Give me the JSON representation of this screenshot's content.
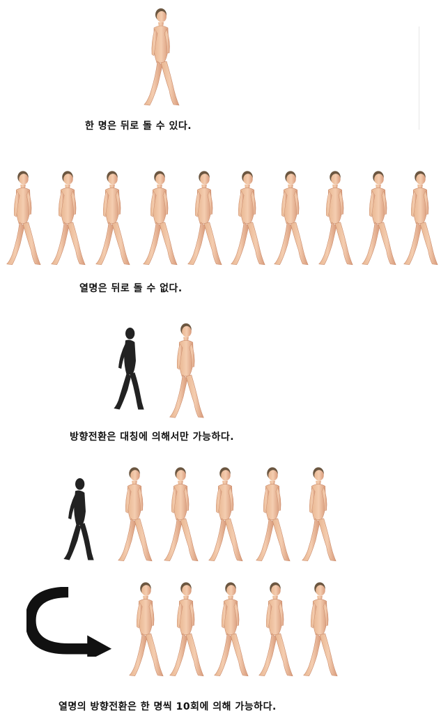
{
  "captions": {
    "single": "한 명은 뒤로 돌 수 있다.",
    "column": "열명은 뒤로 돌 수 없다.",
    "mirror": "방향전환은 대칭에 의해서만 가능하다.",
    "column_turn": "열명의 방향전환은 한 명씩 10회에 의해 가능하다."
  },
  "figures": {
    "walker_icon": "walking-man-figure",
    "silhouette_icon": "walking-man-silhouette",
    "arrow_icon": "u-turn-arrow"
  }
}
